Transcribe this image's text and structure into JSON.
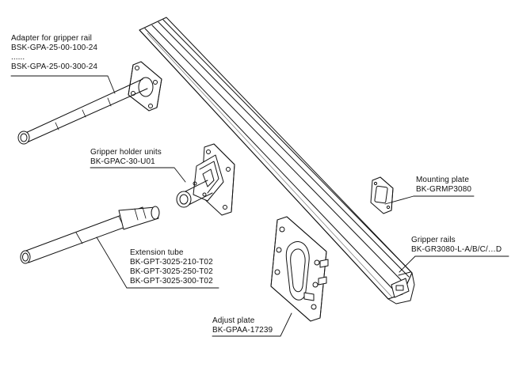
{
  "labels": {
    "adapter": {
      "title": "Adapter for gripper rail",
      "line1": "BSK-GPA-25-00-100-24",
      "ellipsis": "......",
      "line2": "BSK-GPA-25-00-300-24"
    },
    "holder": {
      "title": "Gripper holder units",
      "code": "BK-GPAC-30-U01"
    },
    "mounting": {
      "title": "Mounting plate",
      "code": "BK-GRMP3080"
    },
    "rails": {
      "title": "Gripper rails",
      "code": "BK-GR3080-L-A/B/C/…D"
    },
    "extension": {
      "title": "Extension tube",
      "line1": "BK-GPT-3025-210-T02",
      "line2": "BK-GPT-3025-250-T02",
      "line3": "BK-GPT-3025-300-T02"
    },
    "adjust": {
      "title": "Adjust plate",
      "code": "BK-GPAA-17239"
    }
  }
}
